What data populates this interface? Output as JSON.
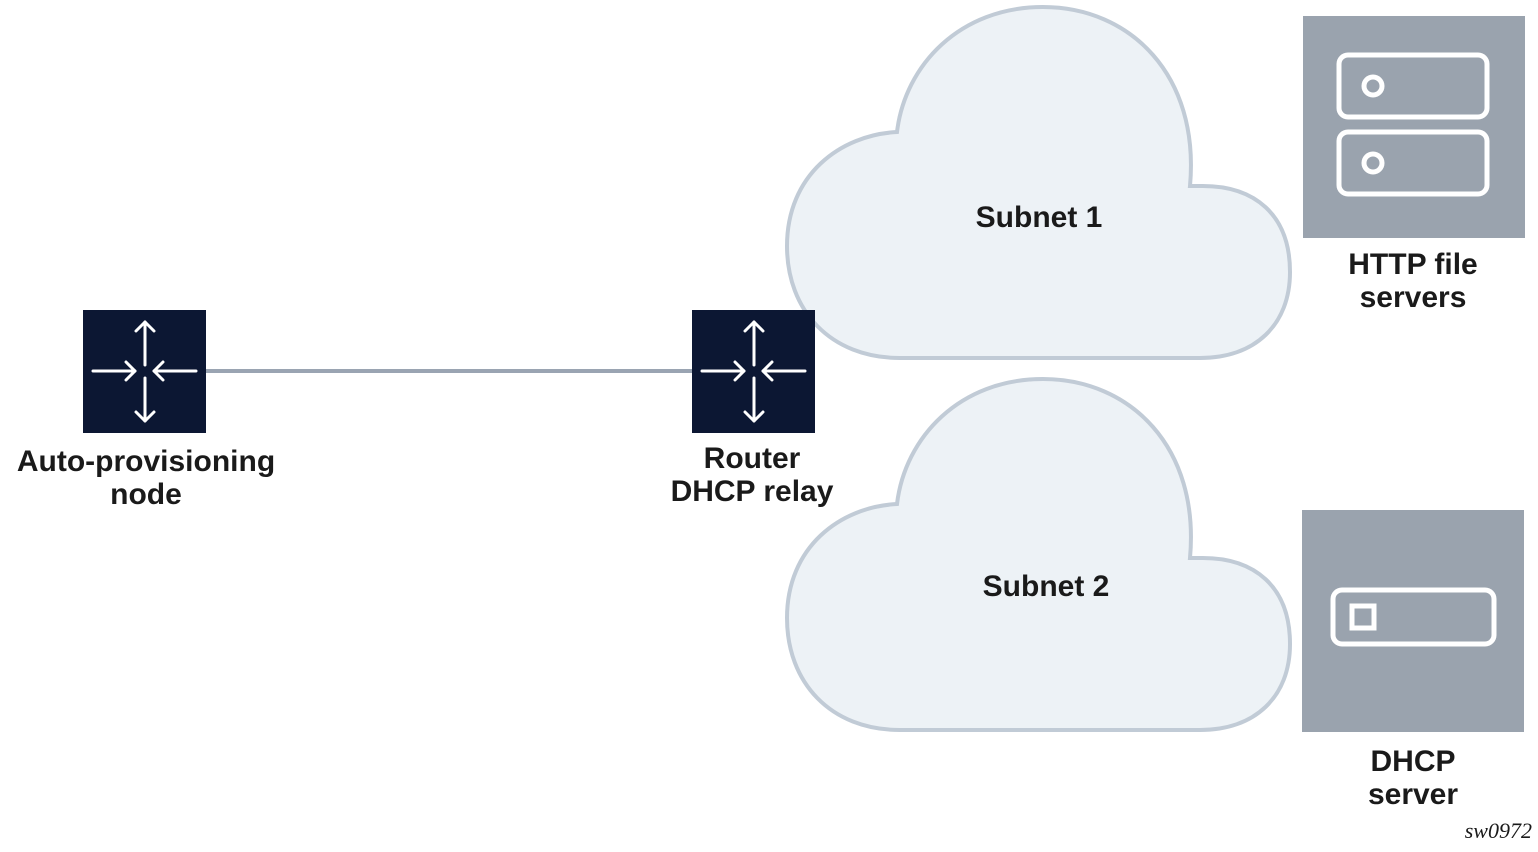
{
  "nodes": {
    "auto_provisioning": {
      "line1": "Auto-provisioning",
      "line2": "node",
      "icon": "router-switch-icon"
    },
    "router": {
      "line1": "Router",
      "line2": "DHCP relay",
      "icon": "router-switch-icon"
    },
    "subnet1": {
      "label": "Subnet 1"
    },
    "subnet2": {
      "label": "Subnet 2"
    },
    "http_servers": {
      "line1": "HTTP file",
      "line2": "servers",
      "icon": "server-stack-icon"
    },
    "dhcp_server": {
      "line1": "DHCP",
      "line2": "server",
      "icon": "server-icon"
    }
  },
  "figure_id": "sw0972",
  "colors": {
    "router_fill": "#0c1733",
    "server_fill": "#9aa3ae",
    "cloud_fill": "#edf2f6",
    "cloud_stroke": "#c1cbd6",
    "link": "#9aa4b2"
  }
}
